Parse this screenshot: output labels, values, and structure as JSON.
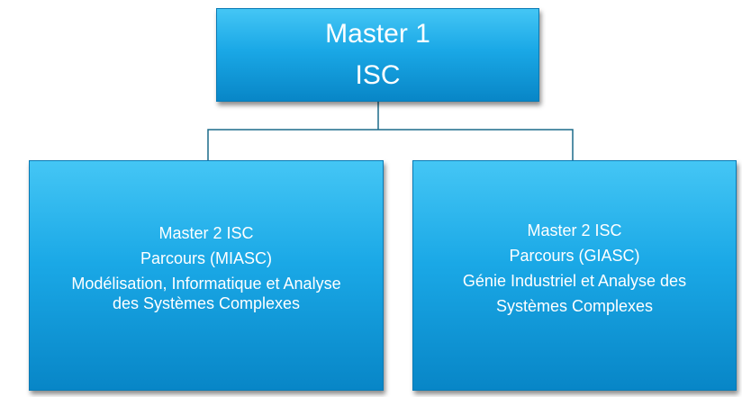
{
  "diagram": {
    "root": {
      "line1": "Master 1",
      "line2": "ISC"
    },
    "children": [
      {
        "line1": "Master 2 ISC",
        "line2": "Parcours  (MIASC)",
        "line3": "Modélisation, Informatique et Analyse",
        "line4": "des Systèmes Complexes"
      },
      {
        "line1": "Master 2 ISC",
        "line2": "Parcours  (GIASC)",
        "line3": "Génie Industriel et Analyse des",
        "line4": "Systèmes Complexes"
      }
    ],
    "colors": {
      "box_top": "#44c6f5",
      "box_mid": "#1aa8e6",
      "box_bottom": "#0886c7",
      "connector": "#1b6b8a",
      "text": "#ffffff"
    }
  }
}
